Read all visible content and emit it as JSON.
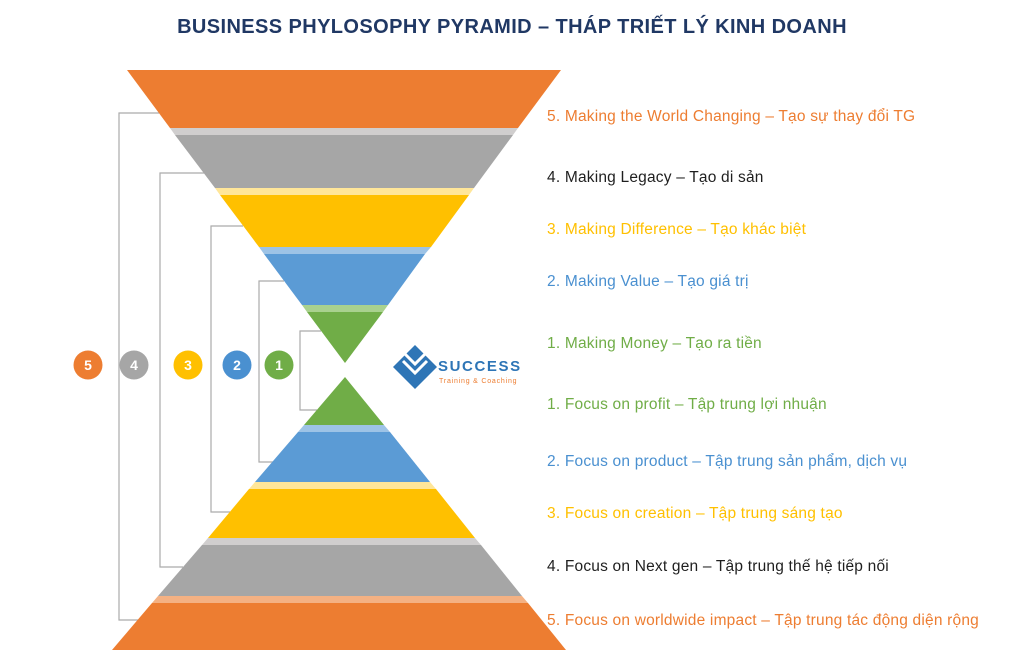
{
  "title": "BUSINESS PHYLOSOPHY PYRAMID – THÁP TRIẾT LÝ KINH DOANH",
  "logo": {
    "name": "SUCCESS",
    "tagline": "Training & Coaching"
  },
  "badges": [
    {
      "number": "5",
      "color": "#ED7D31"
    },
    {
      "number": "4",
      "color": "#A6A6A6"
    },
    {
      "number": "3",
      "color": "#FFC000"
    },
    {
      "number": "2",
      "color": "#4A90D0"
    },
    {
      "number": "1",
      "color": "#70AD47"
    }
  ],
  "right_labels": [
    {
      "text": "5. Making the World Changing  –  Tạo sự thay đổi TG",
      "color": "#ED7D31"
    },
    {
      "text": "4. Making Legacy  –  Tạo di sản",
      "color": "#1F1F1F"
    },
    {
      "text": "3. Making Difference  –  Tạo khác biệt",
      "color": "#FFC000"
    },
    {
      "text": "2. Making Value  –  Tạo giá trị",
      "color": "#4A90D0"
    },
    {
      "text": "1. Making Money  –  Tạo ra tiền",
      "color": "#70AD47"
    },
    {
      "text": "1. Focus on profit  –  Tập trung lợi nhuận",
      "color": "#70AD47"
    },
    {
      "text": "2. Focus on product –  Tập trung sản phẩm, dịch vụ",
      "color": "#4A90D0"
    },
    {
      "text": "3. Focus on creation – Tập trung sáng tạo",
      "color": "#FFC000"
    },
    {
      "text": "4. Focus on Next gen –  Tập trung thế hệ tiếp nối",
      "color": "#1F1F1F"
    },
    {
      "text": "5. Focus on worldwide impact – Tập trung tác động diện rộng",
      "color": "#ED7D31"
    }
  ],
  "palette": {
    "orange": "#ED7D31",
    "orange_light": "#F4B183",
    "gray": "#A6A6A6",
    "gray_light": "#D0CECE",
    "yellow": "#FFC000",
    "yellow_light": "#FFE699",
    "blue": "#5B9BD5",
    "blue_light": "#9DC3E6",
    "green": "#70AD47",
    "green_light": "#A9D18E",
    "title_text": "#203864",
    "bracket_line": "#ABABAB"
  }
}
